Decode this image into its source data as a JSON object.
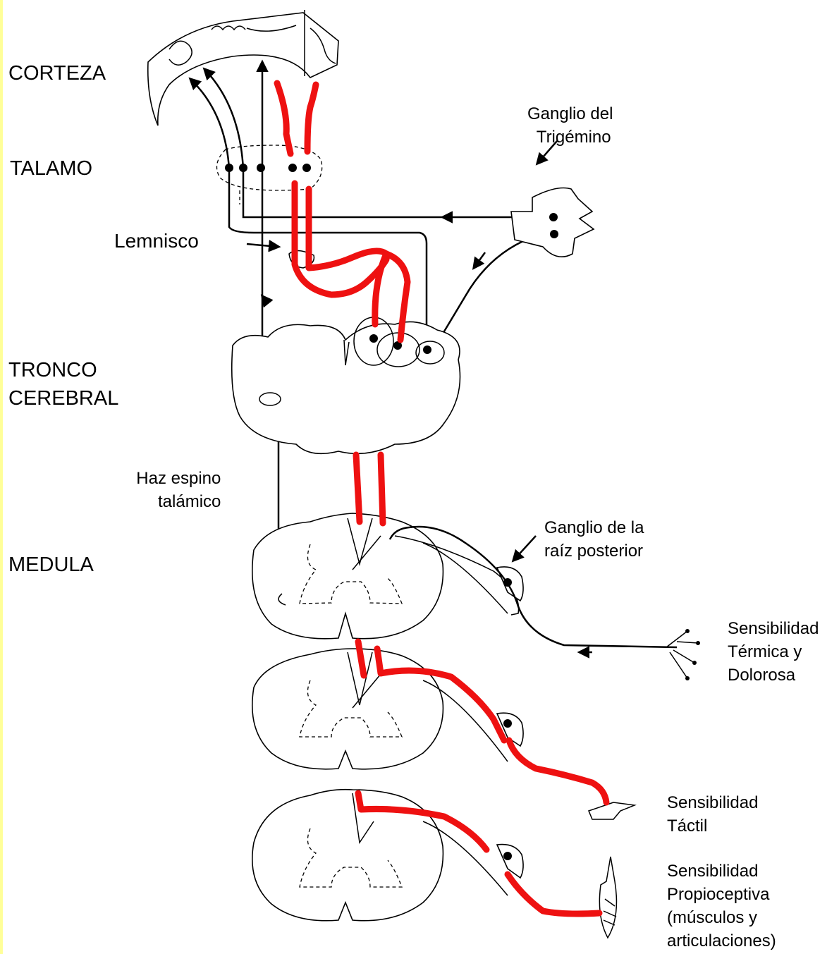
{
  "levels": {
    "corteza": "CORTEZA",
    "talamo": "TALAMO",
    "tronco_line1": "TRONCO",
    "tronco_line2": "CEREBRAL",
    "medula": "MEDULA"
  },
  "labels": {
    "ganglio_trigemino_line1": "Ganglio del",
    "ganglio_trigemino_line2": "Trigémino",
    "lemnisco": "Lemnisco",
    "haz_line1": "Haz espino",
    "haz_line2": "talámico",
    "ganglio_raiz_line1": "Ganglio de la",
    "ganglio_raiz_line2": "raíz posterior",
    "termica_line1": "Sensibilidad",
    "termica_line2": "Térmica y",
    "termica_line3": "Dolorosa",
    "tactil_line1": "Sensibilidad",
    "tactil_line2": "Táctil",
    "propio_line1": "Sensibilidad",
    "propio_line2": "Propioceptiva",
    "propio_line3": "(músculos y",
    "propio_line4": "articulaciones)"
  },
  "colors": {
    "pathway_highlight": "#ee1111",
    "line": "#000000",
    "left_strip": "#ffff99"
  }
}
